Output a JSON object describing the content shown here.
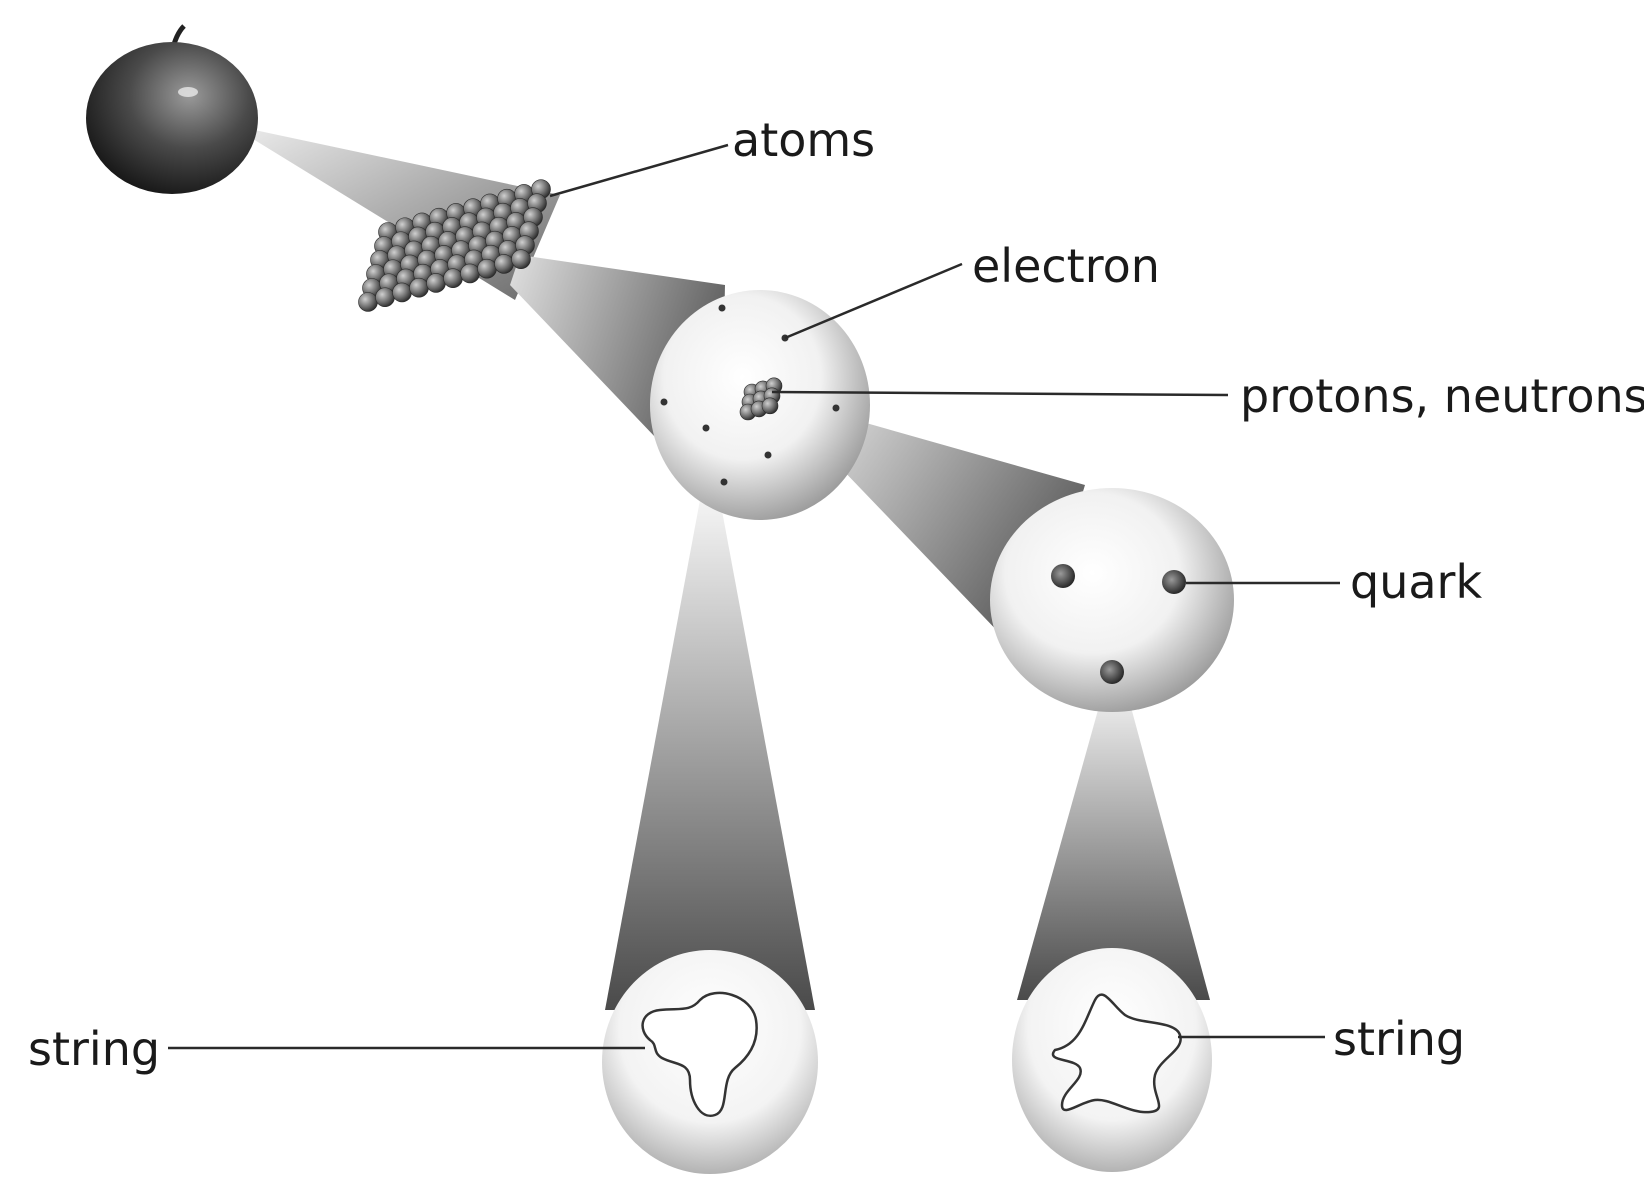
{
  "labels": {
    "atoms": "atoms",
    "electron": "electron",
    "protons_neutrons": "protons, neutrons",
    "quark": "quark",
    "string_left": "string",
    "string_right": "string"
  },
  "colors": {
    "background": "#ffffff",
    "ink": "#1a1a1a",
    "beam_dark": "#555555",
    "sphere_light": "#fafafa",
    "sphere_shadow": "#9a9a9a"
  },
  "elements": {
    "apple": "apple-icon",
    "atom_cluster": "atom-cluster",
    "atom_sphere": "atom-sphere",
    "nucleus": "nucleus",
    "proton_sphere": "proton-sphere",
    "string_sphere_left": "string-sphere-left",
    "string_sphere_right": "string-sphere-right"
  }
}
